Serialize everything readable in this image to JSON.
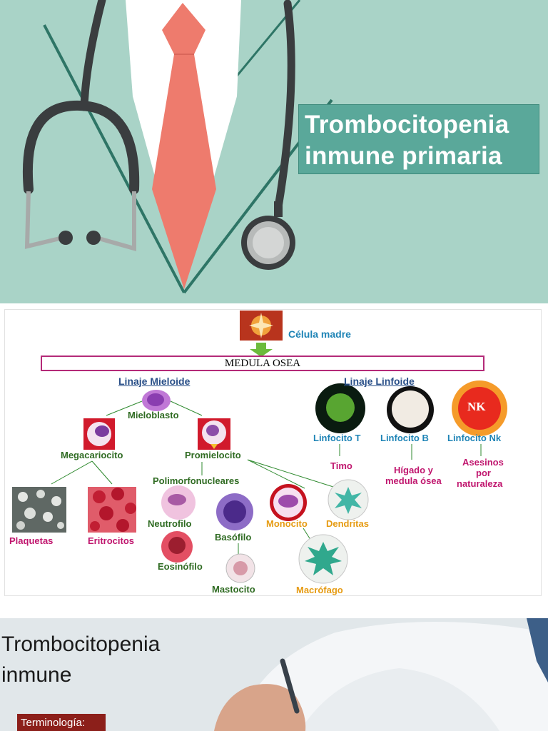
{
  "slide1": {
    "title_line1": "Trombocitopenia",
    "title_line2": "inmune primaria",
    "colors": {
      "background": "#a9d3c7",
      "title_box": "#5aa89a",
      "tie": "#ee7b6d"
    }
  },
  "diagram": {
    "stem_cell": "Célula madre",
    "medula": "MEDULA OSEA",
    "myeloid_lineage": "Linaje Mieloide",
    "lymphoid_lineage": "Linaje Linfoide",
    "mieloblasto": "Mieloblasto",
    "megacariocito": "Megacariocito",
    "promielocito": "Promielocito",
    "polimorfonucleares": "Polimorfonucleares",
    "plaquetas": "Plaquetas",
    "eritrocitos": "Eritrocitos",
    "neutrofilo": "Neutrofilo",
    "basofilo": "Basófilo",
    "eosinofilo": "Eosinófilo",
    "mastocito": "Mastocito",
    "monocito": "Monocito",
    "dendritas": "Dendritas",
    "macrofago": "Macrófago",
    "linfocito_t": "Linfocito T",
    "linfocito_b": "Linfocito B",
    "linfocito_nk": "Linfocito Nk",
    "nk_badge": "NK",
    "timo": "Timo",
    "higado_1": "Hígado y",
    "higado_2": "medula ósea",
    "asesinos_1": "Asesinos",
    "asesinos_2": "por",
    "asesinos_3": "naturaleza"
  },
  "slide3": {
    "title_line1": "Trombocitopenia",
    "title_line2": "inmune",
    "terminology": "Terminología:"
  }
}
